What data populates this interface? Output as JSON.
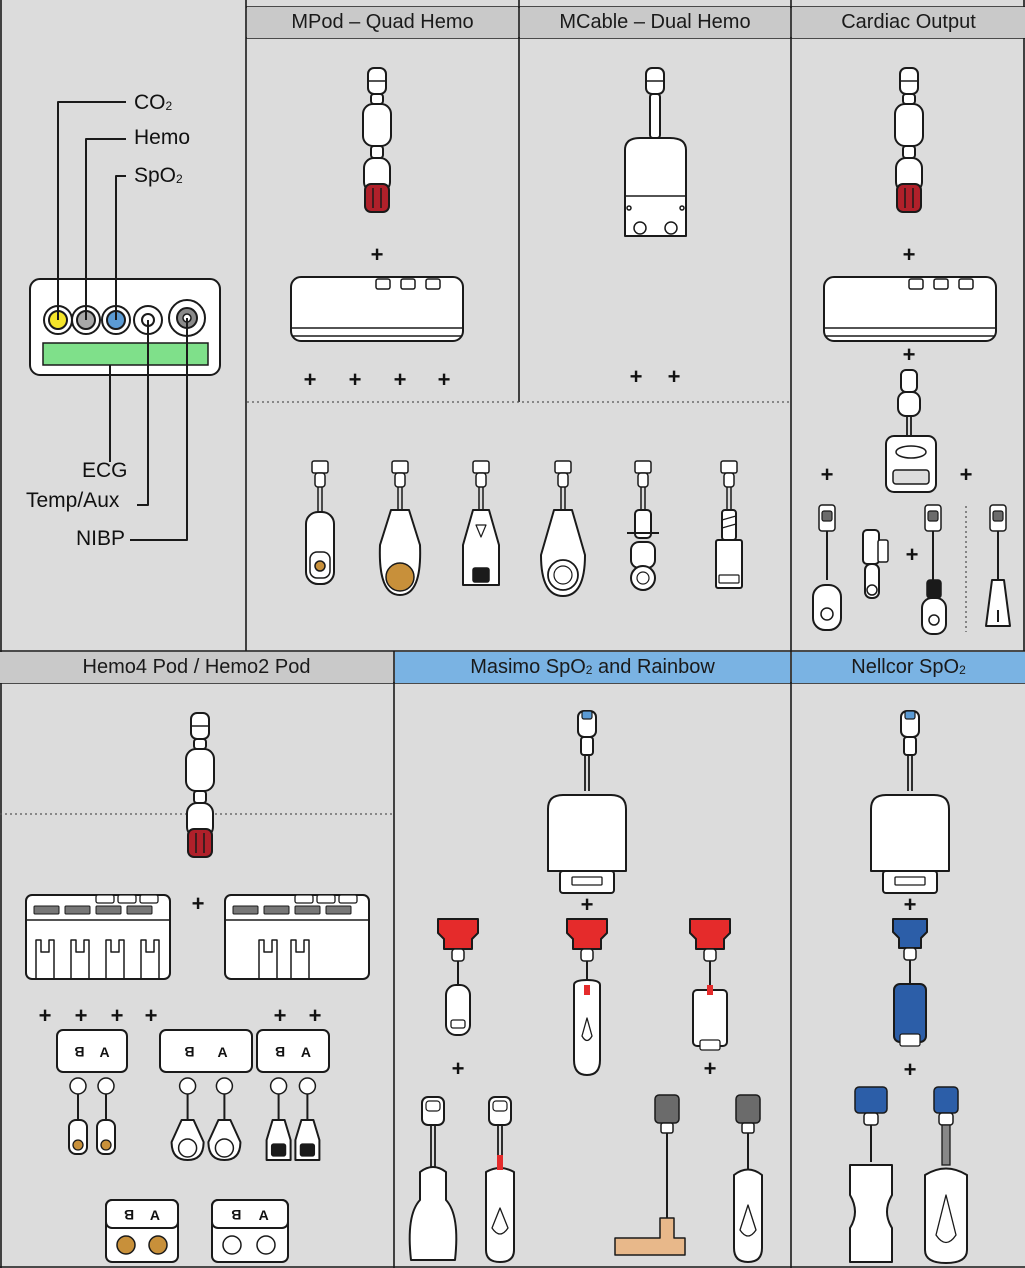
{
  "headers": {
    "mpod": "MPod – Quad Hemo",
    "mcable": "MCable – Dual Hemo",
    "cardiac": "Cardiac Output",
    "hemo4": "Hemo4 Pod / Hemo2 Pod",
    "masimo_pre": "Masimo SpO",
    "masimo_sub": "2",
    "masimo_post": " and Rainbow",
    "nellcor_pre": "Nellcor SpO",
    "nellcor_sub": "2"
  },
  "labels": {
    "co2_main": "CO",
    "co2_sub": "2",
    "hemo": "Hemo",
    "spo2_main": "SpO",
    "spo2_sub": "2",
    "ecg": "ECG",
    "temp_aux": "Temp/Aux",
    "nibp": "NIBP"
  },
  "plus_sign": "+",
  "connector_letters": {
    "a": "A",
    "b": "B"
  },
  "colors": {
    "panel_background": "#dcdcdc",
    "header_gray": "#c9c9c9",
    "header_blue": "#7ab3e3",
    "co2_port": "#f5e52a",
    "hemo_port": "#a8a8a8",
    "spo2_port": "#5b9bd5",
    "ecg_strip": "#7fe08a",
    "hemo_connector_red": "#b0202a",
    "masimo_red": "#e52b2b",
    "nellcor_blue": "#2c5ea8",
    "connector_gray": "#6b6b6b",
    "neonatal_sensor": "#e8b88a",
    "pin_connector_gold": "#c8903a"
  }
}
